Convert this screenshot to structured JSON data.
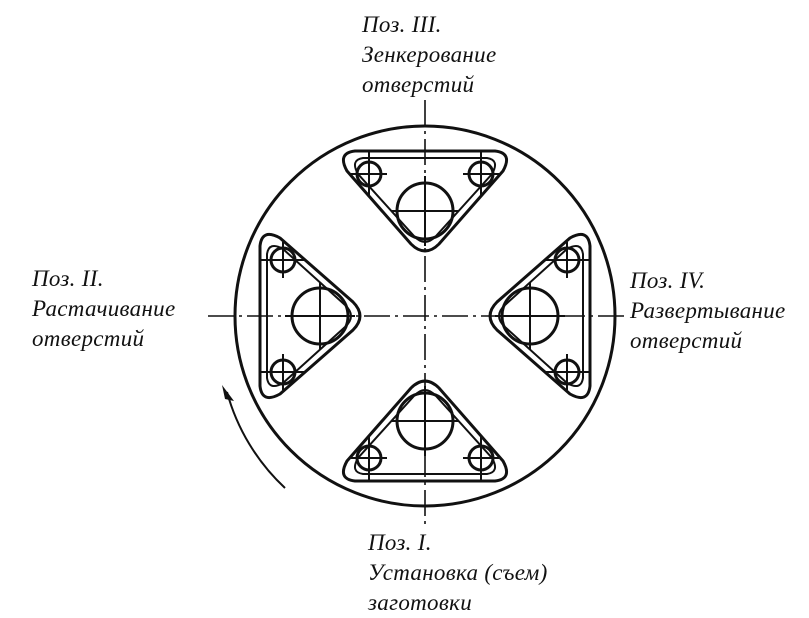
{
  "positions": {
    "pos1": {
      "title": "Поз. I.",
      "line1": "Установка (съем)",
      "line2": "заготовки"
    },
    "pos2": {
      "title": "Поз. II.",
      "line1": "Растачивание",
      "line2": "отверстий"
    },
    "pos3": {
      "title": "Поз. III.",
      "line1": "Зенкерование",
      "line2": "отверстий"
    },
    "pos4": {
      "title": "Поз. IV.",
      "line1": "Развертывание",
      "line2": "отверстий"
    }
  },
  "colors": {
    "ink": "#111111",
    "paper": "#ffffff"
  }
}
